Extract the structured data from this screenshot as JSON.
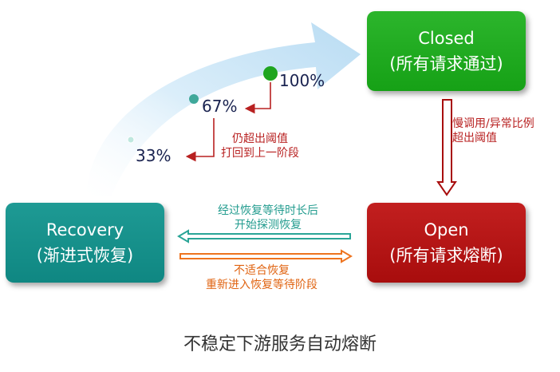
{
  "states": {
    "closed": {
      "title": "Closed",
      "subtitle": "(所有请求通过)"
    },
    "open": {
      "title": "Open",
      "subtitle": "(所有请求熔断)"
    },
    "recovery": {
      "title": "Recovery",
      "subtitle": "(渐进式恢复)"
    }
  },
  "progress": [
    {
      "label": "33%",
      "value": 0.33,
      "color": "#b8e6dc"
    },
    {
      "label": "67%",
      "value": 0.67,
      "color": "#3fa89a"
    },
    {
      "label": "100%",
      "value": 1.0,
      "color": "#1fa51f"
    }
  ],
  "notes": {
    "fail_back": [
      "仍超出阈值",
      "打回到上一阶段"
    ],
    "trip": [
      "慢调用/异常比例",
      "超出阈值"
    ],
    "probe": [
      "经过恢复等待时长后",
      "开始探测恢复"
    ],
    "back_to_rec": [
      "不适合恢复",
      "重新进入恢复等待阶段"
    ]
  },
  "caption": "不稳定下游服务自动熔断",
  "colors": {
    "closed": "#1ea61e",
    "open": "#b01313",
    "recovery": "#138c86",
    "trip_arrow": "#a80d0d",
    "probe_arrow": "#2aa597",
    "back_arrow": "#ee7420",
    "progress_arrow": "#cfe6f6"
  }
}
